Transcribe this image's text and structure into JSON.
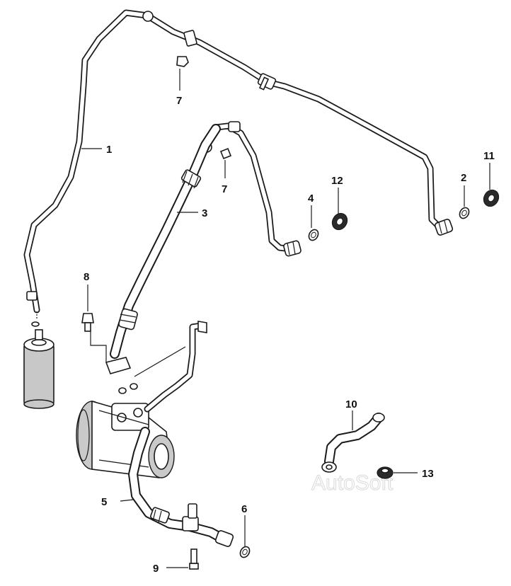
{
  "callouts": {
    "c1": "1",
    "c2": "2",
    "c3": "3",
    "c4": "4",
    "c5": "5",
    "c6": "6",
    "c7a": "7",
    "c7b": "7",
    "c8": "8",
    "c9": "9",
    "c10": "10",
    "c11": "11",
    "c12": "12",
    "c13": "13"
  },
  "watermark": "AutoSoft"
}
